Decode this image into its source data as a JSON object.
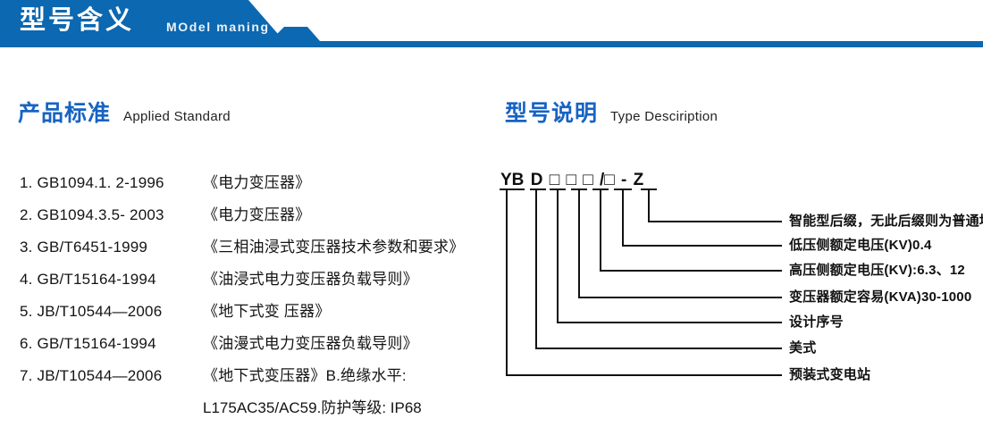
{
  "banner": {
    "title_cn": "型号含义",
    "title_en": "MOdel maning",
    "color": "#0c68b0"
  },
  "sections": {
    "standards": {
      "heading_cn": "产品标准",
      "heading_en": "Applied Standard",
      "heading_color": "#1763c4",
      "items": [
        {
          "index": "1.",
          "code": "GB1094.1. 2-1996",
          "name": "《电力变压器》"
        },
        {
          "index": "2.",
          "code": "GB1094.3.5- 2003",
          "name": "《电力变压器》"
        },
        {
          "index": "3.",
          "code": "GB/T6451-1999",
          "name": "《三相油浸式变压器技术参数和要求》"
        },
        {
          "index": "4.",
          "code": "GB/T15164-1994",
          "name": "《油浸式电力变压器负载导则》"
        },
        {
          "index": "5.",
          "code": "JB/T10544—2006",
          "name": "《地下式变 压器》"
        },
        {
          "index": "6.",
          "code": "GB/T15164-1994",
          "name": "《油漫式电力变压器负载导则》"
        },
        {
          "index": "7.",
          "code": "JB/T10544—2006",
          "name": "《地下式变压器》B.绝缘水平:"
        }
      ],
      "continuation": "L175AC35/AC59.防护等级: IP68"
    },
    "type_description": {
      "heading_cn": "型号说明",
      "heading_en": "Type Desciription",
      "heading_color": "#1763c4",
      "code_tokens": [
        "YB",
        "D",
        "□",
        "□",
        "□",
        "/□",
        "-",
        "Z"
      ],
      "code_string": "YB D □□□/□ - Z",
      "callouts": [
        {
          "text": "智能型后缀，无此后缀则为普通地埋变"
        },
        {
          "text": "低压侧额定电压(KV)0.4"
        },
        {
          "text": "高压侧额定电压(KV):6.3、12"
        },
        {
          "text": "变压器额定容易(KVA)30-1000"
        },
        {
          "text": "设计序号"
        },
        {
          "text": "美式"
        },
        {
          "text": "预装式变电站"
        }
      ]
    }
  }
}
